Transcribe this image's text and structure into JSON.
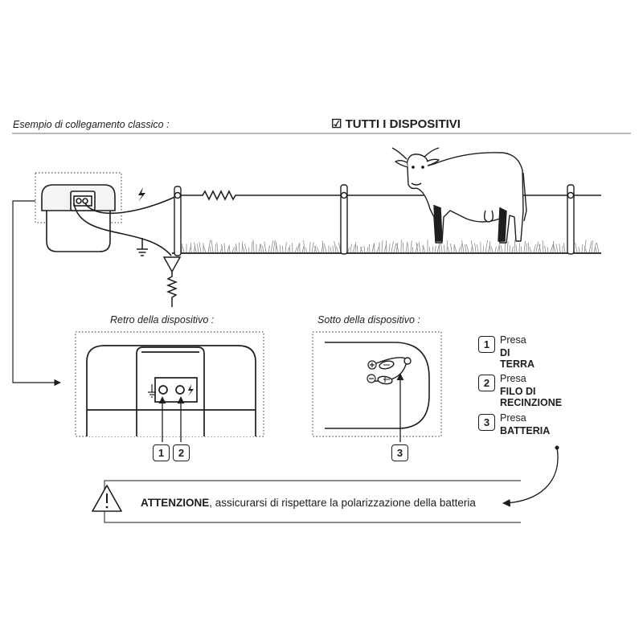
{
  "header": {
    "example_label": "Esempio di collegamento classico :",
    "checkbox_symbol": "☑",
    "devices_label": "TUTTI I DISPOSITIVI"
  },
  "panels": {
    "back_caption": "Retro della dispositivo :",
    "under_caption": "Sotto della dispositivo :"
  },
  "badges": [
    "1",
    "2",
    "3"
  ],
  "legend": [
    {
      "number": "1",
      "line1": "Presa",
      "line2": "DI TERRA"
    },
    {
      "number": "2",
      "line1": "Presa",
      "line2": "FILO DI RECINZIONE"
    },
    {
      "number": "3",
      "line1": "Presa",
      "line2": "BATTERIA"
    }
  ],
  "warning": {
    "bold": "ATTENZIONE",
    "text": ", assicurarsi di rispettare la polarizzazione della batteria"
  },
  "symbols": {
    "bolt": "lightning-bolt-icon",
    "ground": "ground-icon",
    "warning": "warning-triangle-icon",
    "plus": "+",
    "minus": "−"
  }
}
